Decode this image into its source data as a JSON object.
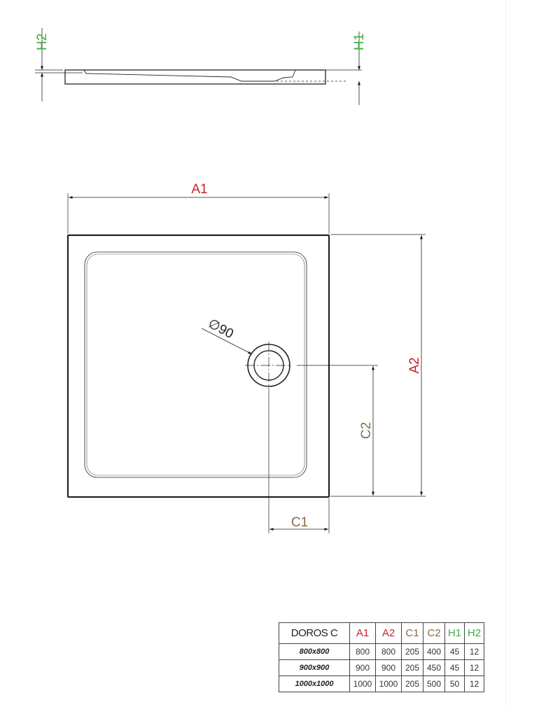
{
  "product": "DOROS C",
  "colors": {
    "A": "#c8202d",
    "C": "#8a6a43",
    "H": "#3fae3f",
    "line": "#222222"
  },
  "side_view": {
    "labels": {
      "h1": "H1",
      "h2": "H2"
    }
  },
  "top_view": {
    "labels": {
      "a1": "A1",
      "a2": "A2",
      "c1": "C1",
      "c2": "C2"
    },
    "drain_diameter": "∅90"
  },
  "table": {
    "title": "DOROS C",
    "headers": [
      "A1",
      "A2",
      "C1",
      "C2",
      "H1",
      "H2"
    ],
    "rows": [
      {
        "size": "800x800",
        "values": [
          "800",
          "800",
          "205",
          "400",
          "45",
          "12"
        ]
      },
      {
        "size": "900x900",
        "values": [
          "900",
          "900",
          "205",
          "450",
          "45",
          "12"
        ]
      },
      {
        "size": "1000x1000",
        "values": [
          "1000",
          "1000",
          "205",
          "500",
          "50",
          "12"
        ]
      }
    ]
  }
}
